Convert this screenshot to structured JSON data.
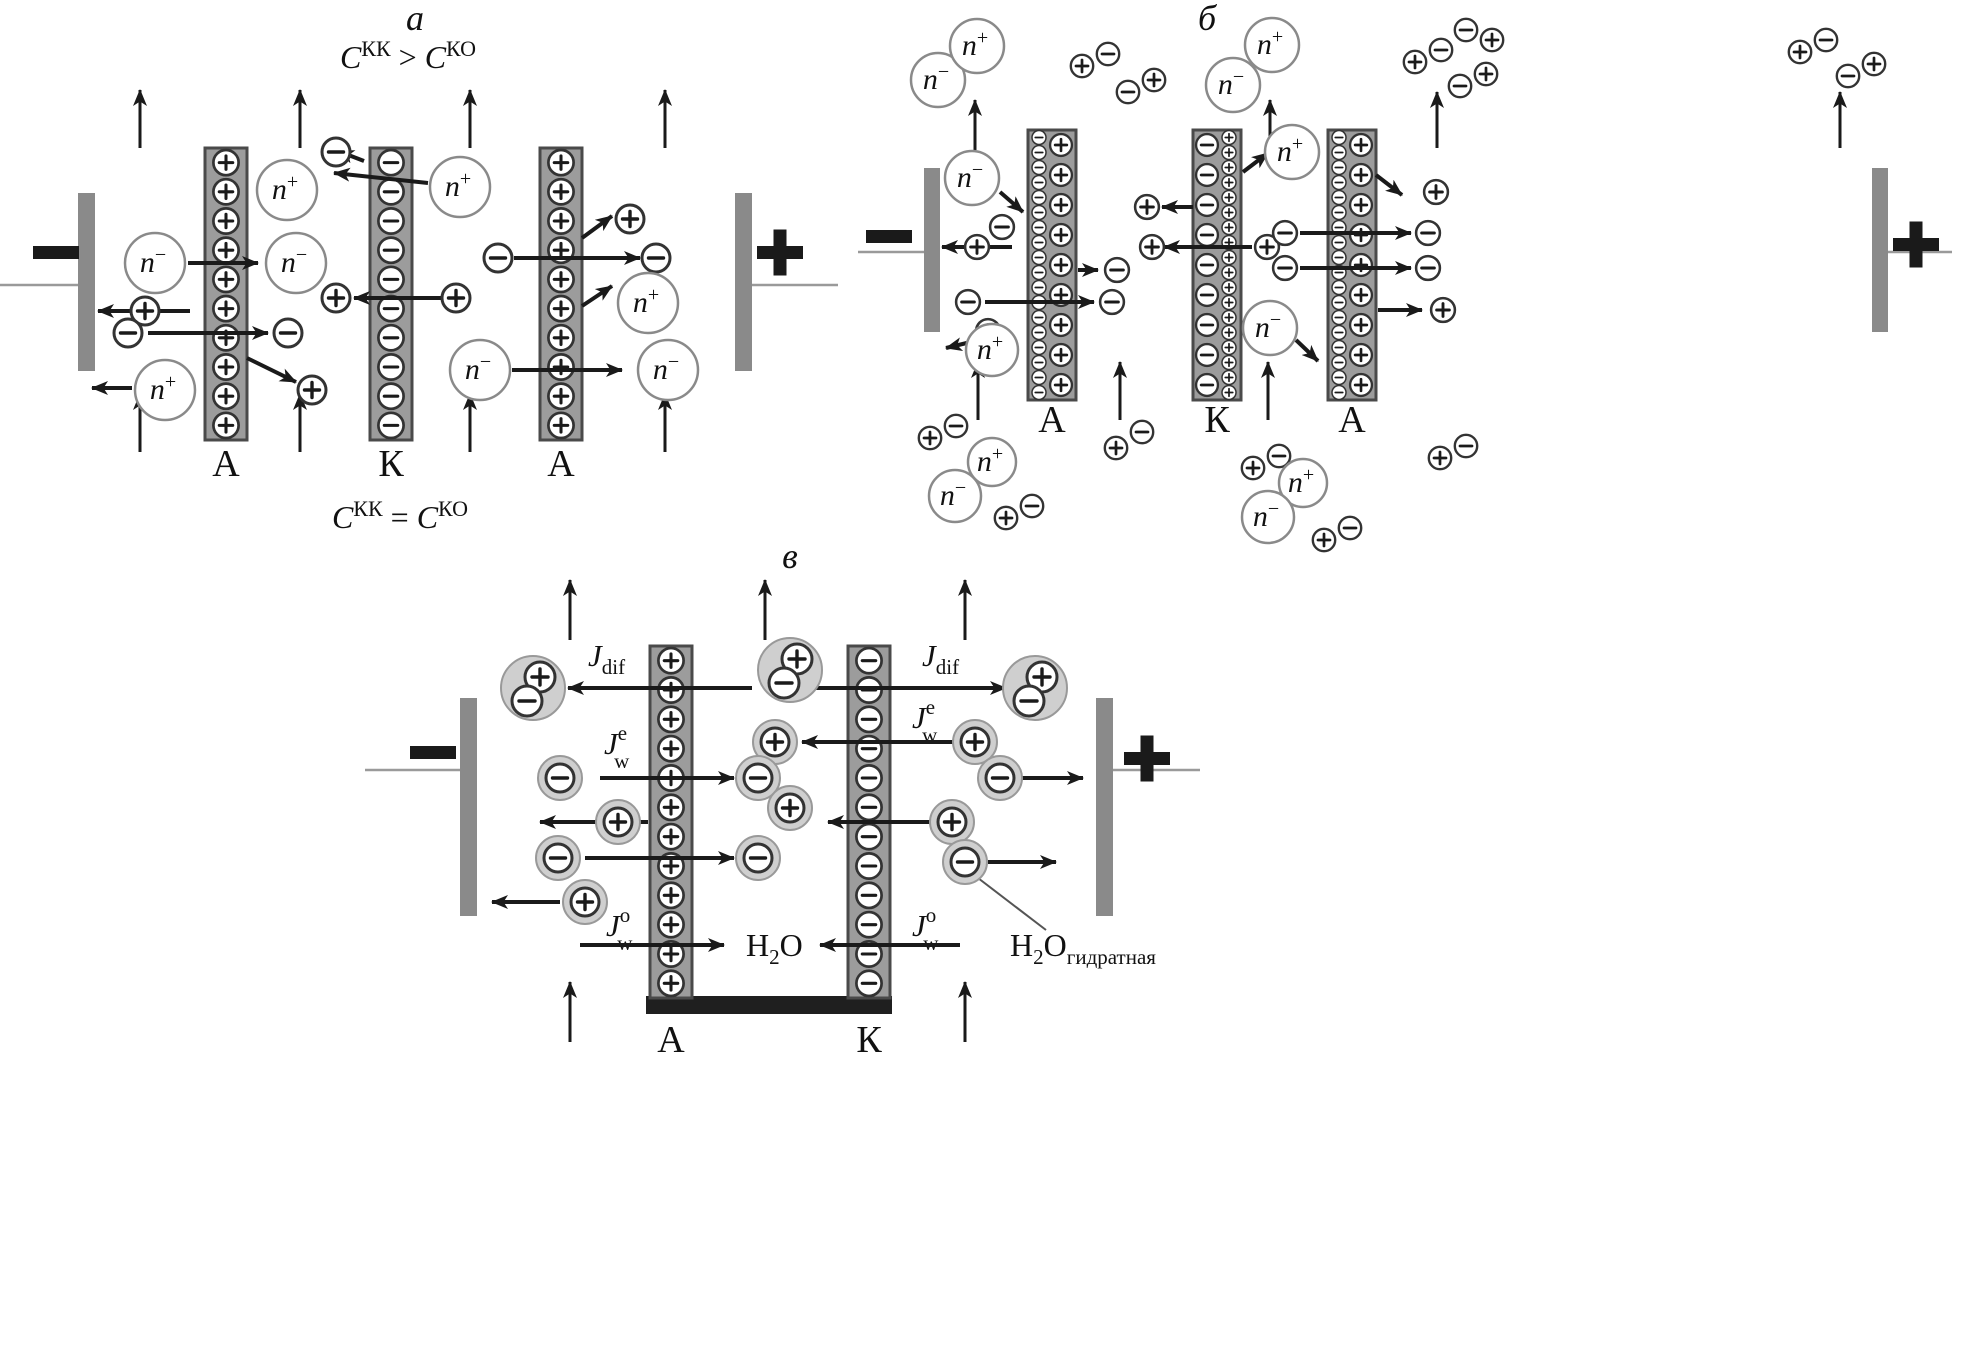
{
  "panel_a": {
    "label": "а",
    "formula_top": {
      "c1": "C",
      "sup1": "КК",
      "op": ">",
      "c2": "C",
      "sup2": "КО"
    },
    "formula_bottom": {
      "c1": "C",
      "sup1": "КК",
      "op": "=",
      "c2": "C",
      "sup2": "КО"
    },
    "membranes": [
      "А",
      "К",
      "А"
    ]
  },
  "panel_b": {
    "label": "б",
    "membranes": [
      "А",
      "К",
      "А"
    ]
  },
  "panel_v": {
    "label": "в",
    "membranes": [
      "А",
      "К"
    ],
    "flux_diffusion": {
      "base": "J",
      "sub": "dif"
    },
    "flux_electroosmotic": {
      "base": "J",
      "sub": "w",
      "sup": "e"
    },
    "flux_osmotic": {
      "base": "J",
      "sub": "w",
      "sup": "o"
    },
    "water": {
      "h": "H",
      "two": "2",
      "o": "O"
    },
    "water_hydration": {
      "h": "H",
      "two": "2",
      "o": "O",
      "sub": "гидратная"
    }
  },
  "ions": {
    "n_plus": {
      "base": "n",
      "sup": "+"
    },
    "n_minus": {
      "base": "n",
      "sup": "−"
    }
  },
  "icons": {
    "cathode_sign": "minus-icon",
    "anode_sign": "plus-icon",
    "cation": "circled-plus-icon",
    "anion": "circled-minus-icon",
    "hydrated_ion": "halo-circle-icon",
    "flow": "arrow-icon"
  },
  "colors": {
    "membrane_fill": "#9c9c9c",
    "membrane_border": "#4a4a4a",
    "electrode": "#8a8a8a",
    "ink": "#1a1a1a",
    "hydration_shell": "#cfcfcf"
  }
}
